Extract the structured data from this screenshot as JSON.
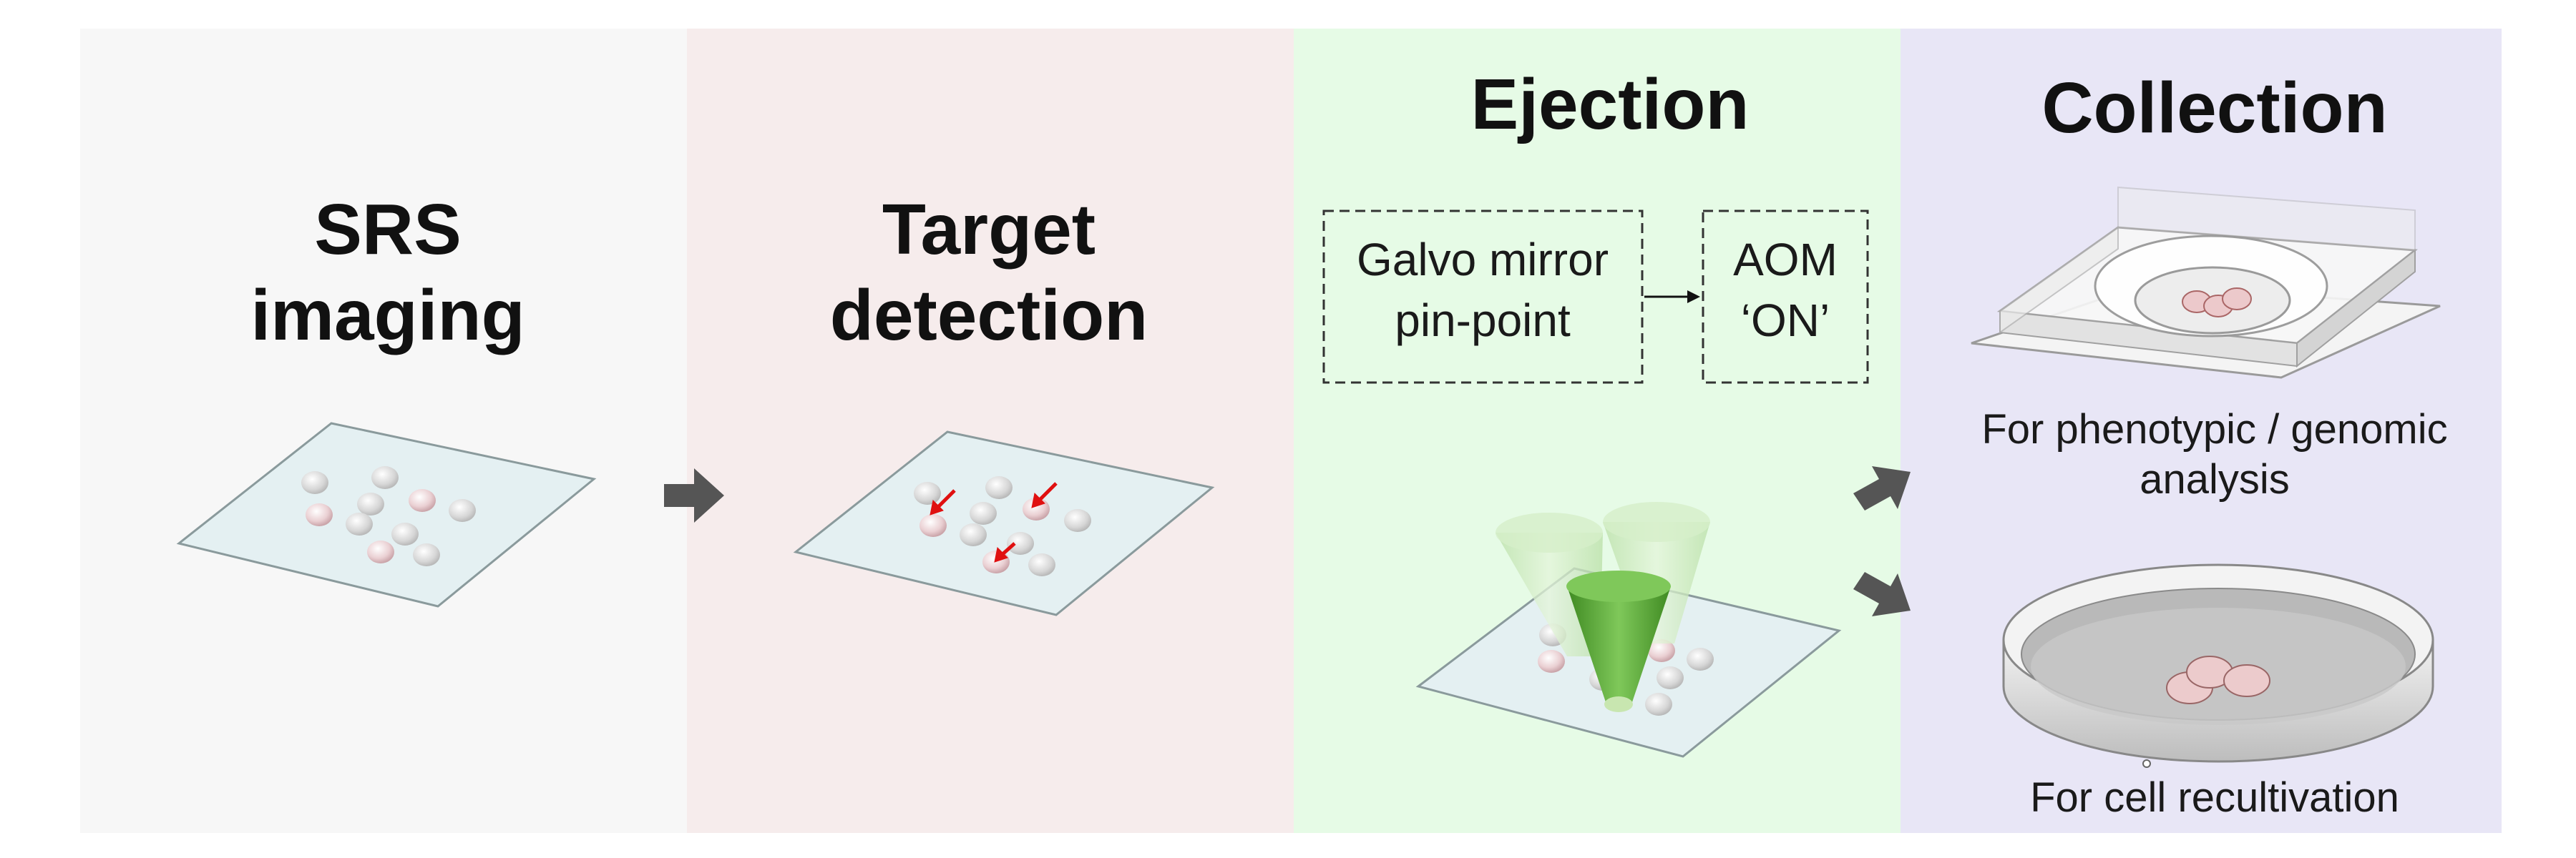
{
  "panels": [
    {
      "id": "srs",
      "title_lines": [
        "SRS",
        "imaging"
      ],
      "color": "#f7f7f7"
    },
    {
      "id": "target",
      "title_lines": [
        "Target",
        "detection"
      ],
      "color": "#f6ecec"
    },
    {
      "id": "ejection",
      "title_lines": [
        "Ejection"
      ],
      "color": "#e6fbe6"
    },
    {
      "id": "collection",
      "title_lines": [
        "Collection"
      ],
      "color": "#e8e6f6"
    }
  ],
  "ejection_boxes": [
    {
      "id": "galvo",
      "lines": [
        "Galvo mirror",
        "pin-point"
      ]
    },
    {
      "id": "aom",
      "lines": [
        "AOM",
        "‘ON’"
      ]
    }
  ],
  "captions": {
    "phenotypic": [
      "For phenotypic / genomic",
      "analysis"
    ],
    "recultivation": [
      "For cell recultivation"
    ]
  },
  "colors": {
    "arrow": "#555555",
    "cell": "#dcdcdc",
    "cell_pink": "#e9c9cc",
    "target_arrow": "#e01010",
    "laser_green": "#5aa83a"
  },
  "icons": [
    "flow-arrow-icon",
    "target-arrow-icon",
    "laser-cone-icon",
    "petri-dish-icon",
    "well-plate-icon"
  ]
}
